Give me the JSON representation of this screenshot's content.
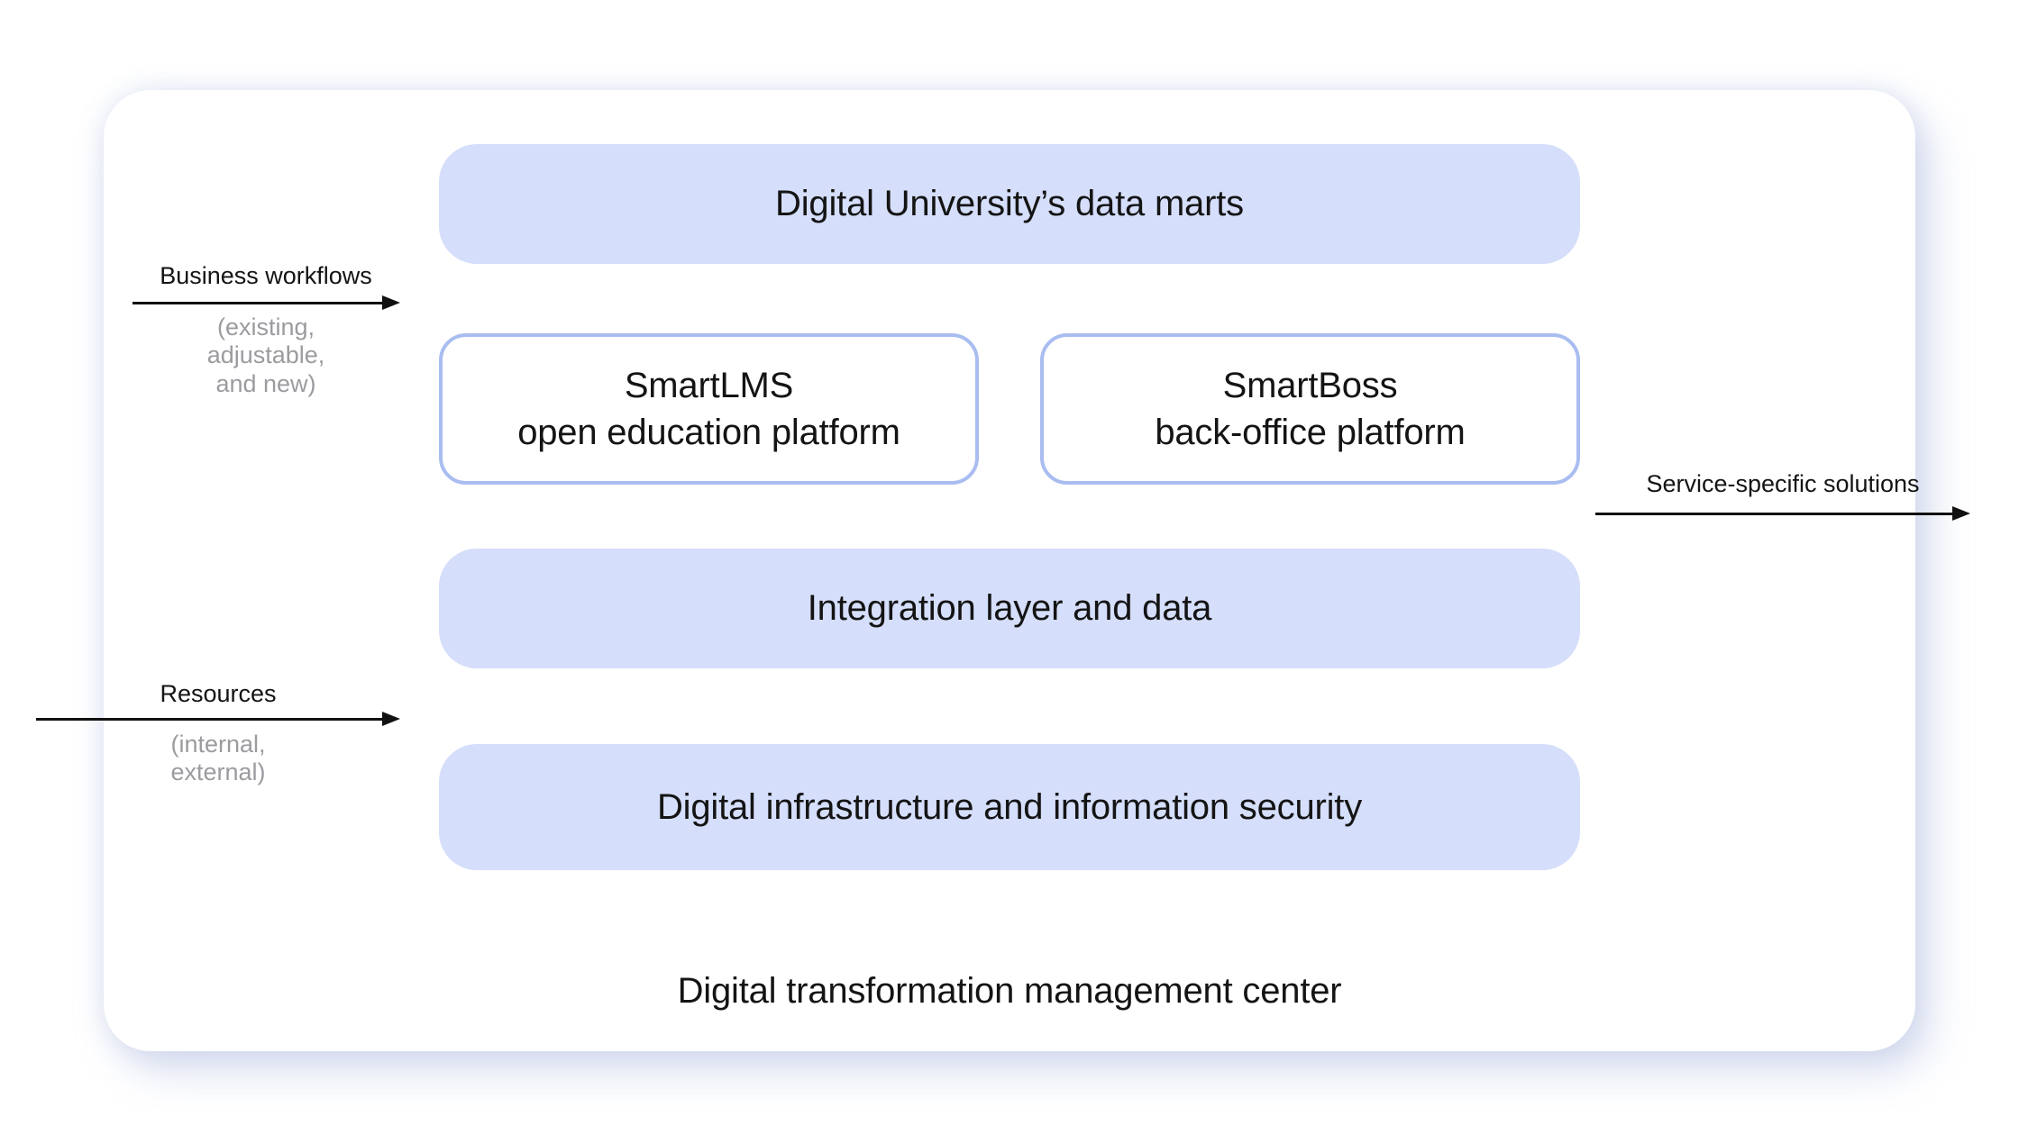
{
  "colors": {
    "accent_fill": "#D5DEFA",
    "accent_border": "#A9BDF1",
    "text": "#141414",
    "muted_text": "#9B9BA0",
    "arrow": "#111111",
    "card_bg": "#FFFFFF",
    "page_bg": "#FFFFFF"
  },
  "boxes": {
    "data_marts": {
      "label": "Digital University’s data marts"
    },
    "smartlms": {
      "title": "SmartLMS",
      "subtitle": "open education platform"
    },
    "smartboss": {
      "title": "SmartBoss",
      "subtitle": "back-office platform"
    },
    "integration": {
      "label": "Integration layer and data"
    },
    "infrastructure": {
      "label": "Digital infrastructure and information security"
    }
  },
  "card_title": "Digital transformation management center",
  "annotations": {
    "business_workflows": {
      "label": "Business workflows",
      "note_lines": [
        "(existing,",
        "adjustable,",
        "and new)"
      ]
    },
    "resources": {
      "label": "Resources",
      "note_lines": [
        "(internal,",
        "external)"
      ]
    },
    "service_solutions": {
      "label": "Service-specific solutions"
    }
  }
}
